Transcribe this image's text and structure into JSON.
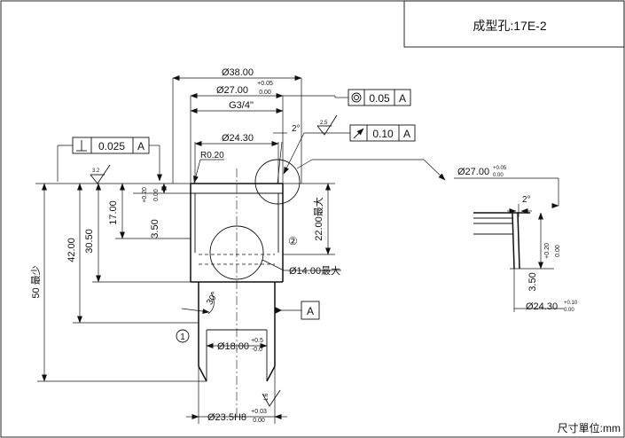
{
  "title": "成型孔:17E-2",
  "unit_note": "尺寸單位:mm",
  "dims": {
    "d38": "Ø38.00",
    "d27": "Ø27.00",
    "d27_tol_up": "+0.05",
    "d27_tol_lo": "0.00",
    "thread": "G3/4\"",
    "d24": "Ø24.30",
    "angle2": "2°",
    "r020": "R0.20",
    "rough32": "3.2",
    "rough25": "2.5",
    "rough16": "1.6",
    "v17": "17.00",
    "v350": "3.50",
    "v350_tol_up": "+0.20",
    "v350_tol_lo": "0.00",
    "v3050": "30.50",
    "v42": "42.00",
    "v50": "50 最少",
    "v22": "22.00最大",
    "d14": "Ø14.00最大",
    "angle30": "30°",
    "d18": "Ø18.00",
    "d18_tol_up": "+0.5",
    "d18_tol_lo": "-0.0",
    "d235": "Ø23.5H8",
    "d235_tol_up": "+0.03",
    "d235_tol_lo": "0.00",
    "circle1": "①",
    "circle2": "②"
  },
  "tolerance_frames": [
    {
      "symbol": "concentric",
      "value": "0.05",
      "datum": "A"
    },
    {
      "symbol": "runout",
      "value": "0.10",
      "datum": "A"
    },
    {
      "symbol": "perpendicular",
      "value": "0.025",
      "datum": "A"
    }
  ],
  "datum": "A",
  "detail": {
    "d27": "Ø27.00",
    "d27_tol_up": "+0.05",
    "d27_tol_lo": "0.00",
    "angle2": "2°",
    "v350": "3.50",
    "v350_tol_up": "+0.20",
    "v350_tol_lo": "0.00",
    "d24": "Ø24.30",
    "d24_tol_up": "+0.10",
    "d24_tol_lo": "0.00"
  }
}
